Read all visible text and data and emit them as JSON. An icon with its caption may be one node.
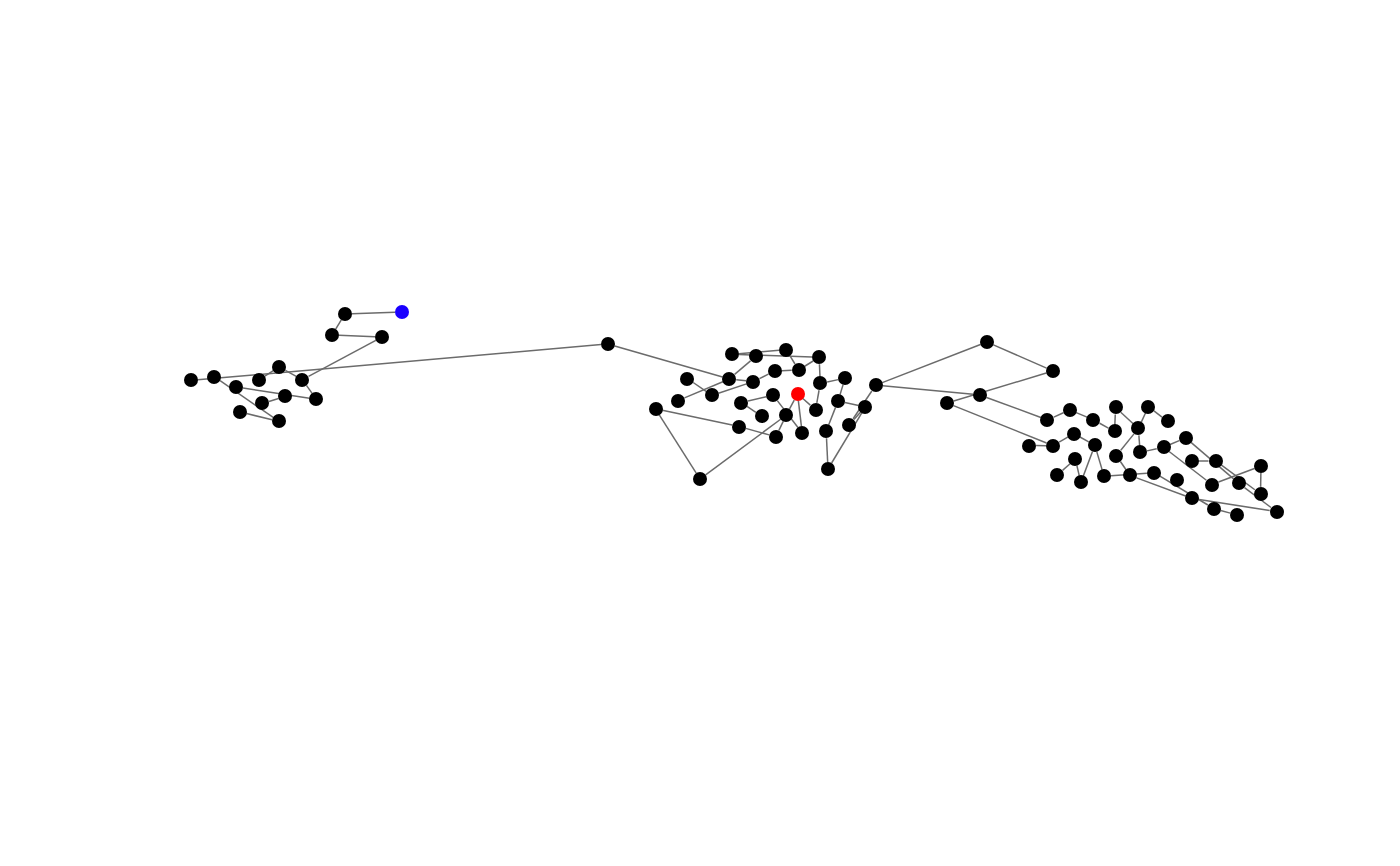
{
  "diagram": {
    "nodes": [
      {
        "text": [],
        "shape": "circle"
      },
      {
        "text": [],
        "shape": "circle"
      },
      {
        "text": [],
        "shape": "circle"
      },
      {
        "text": [],
        "shape": "circle"
      },
      {
        "text": [],
        "shape": "circle"
      },
      {
        "text": [],
        "shape": "circle"
      },
      {
        "text": [],
        "shape": "circle"
      },
      {
        "text": [],
        "shape": "circle"
      },
      {
        "text": [],
        "shape": "circle"
      },
      {
        "text": [],
        "shape": "circle"
      },
      {
        "text": [],
        "shape": "circle"
      },
      {
        "text": [],
        "shape": "circle"
      },
      {
        "text": [],
        "shape": "circle"
      },
      {
        "text": [],
        "shape": "circle"
      },
      {
        "text": [],
        "shape": "circle"
      },
      {
        "text": [],
        "shape": "circle"
      },
      {
        "text": [],
        "shape": "circle"
      },
      {
        "text": [],
        "shape": "circle"
      },
      {
        "text": [],
        "shape": "circle"
      },
      {
        "text": [],
        "shape": "circle"
      },
      {
        "text": [],
        "shape": "circle"
      },
      {
        "text": [],
        "shape": "circle"
      },
      {
        "text": [],
        "shape": "circle"
      },
      {
        "text": [],
        "shape": "circle"
      },
      {
        "text": [],
        "shape": "circle"
      },
      {
        "text": [],
        "shape": "circle"
      },
      {
        "text": [],
        "shape": "circle"
      },
      {
        "text": [],
        "shape": "circle"
      },
      {
        "text": [],
        "shape": "circle"
      },
      {
        "text": [],
        "shape": "circle"
      },
      {
        "text": [],
        "shape": "circle"
      },
      {
        "text": [],
        "shape": "circle"
      },
      {
        "text": [],
        "shape": "circle"
      },
      {
        "text": [],
        "shape": "circle"
      },
      {
        "text": [],
        "shape": "circle"
      },
      {
        "text": [],
        "shape": "circle"
      },
      {
        "text": [],
        "shape": "circle"
      },
      {
        "text": [],
        "shape": "circle"
      },
      {
        "text": [],
        "shape": "circle"
      },
      {
        "text": [],
        "shape": "circle"
      },
      {
        "text": [],
        "shape": "circle"
      },
      {
        "text": [],
        "shape": "circle"
      },
      {
        "text": [],
        "shape": "circle"
      },
      {
        "text": [],
        "shape": "circle"
      },
      {
        "text": [],
        "shape": "circle"
      },
      {
        "text": [],
        "shape": "circle"
      },
      {
        "text": [],
        "shape": "circle"
      },
      {
        "text": [],
        "shape": "circle"
      },
      {
        "text": [],
        "shape": "circle"
      },
      {
        "text": [],
        "shape": "circle"
      },
      {
        "text": [],
        "shape": "circle"
      },
      {
        "text": [],
        "shape": "circle"
      },
      {
        "text": [],
        "shape": "circle"
      },
      {
        "text": [],
        "shape": "circle"
      },
      {
        "text": [],
        "shape": "circle"
      },
      {
        "text": [],
        "shape": "circle"
      },
      {
        "text": [],
        "shape": "circle"
      },
      {
        "text": [],
        "shape": "circle"
      },
      {
        "text": [],
        "shape": "circle"
      },
      {
        "text": [],
        "shape": "circle"
      },
      {
        "text": [],
        "shape": "circle"
      },
      {
        "text": [],
        "shape": "circle"
      },
      {
        "text": [],
        "shape": "circle"
      },
      {
        "text": [],
        "shape": "circle"
      },
      {
        "text": [],
        "shape": "circle"
      },
      {
        "text": [],
        "shape": "circle"
      },
      {
        "text": [],
        "shape": "circle"
      },
      {
        "text": [],
        "shape": "circle"
      },
      {
        "text": [],
        "shape": "circle"
      },
      {
        "text": [],
        "shape": "circle"
      },
      {
        "text": [],
        "shape": "circle"
      },
      {
        "text": [],
        "shape": "circle"
      },
      {
        "text": [],
        "shape": "circle"
      },
      {
        "text": [],
        "shape": "circle"
      },
      {
        "text": [],
        "shape": "circle"
      },
      {
        "text": [],
        "shape": "circle"
      },
      {
        "text": [],
        "shape": "circle"
      },
      {
        "text": [],
        "shape": "circle"
      },
      {
        "text": [],
        "shape": "circle"
      },
      {
        "text": [],
        "shape": "circle"
      },
      {
        "text": [],
        "shape": "circle"
      },
      {
        "text": [],
        "shape": "circle"
      },
      {
        "text": [],
        "shape": "circle"
      }
    ],
    "edges": [
      {
        "from": 0,
        "to": 1,
        "arrow": "none"
      },
      {
        "from": 1,
        "to": 2,
        "arrow": "none"
      },
      {
        "from": 2,
        "to": 3,
        "arrow": "none"
      },
      {
        "from": 3,
        "to": 10,
        "arrow": "none"
      },
      {
        "from": 4,
        "to": 15,
        "arrow": "none"
      },
      {
        "from": 5,
        "to": 8,
        "arrow": "none"
      },
      {
        "from": 6,
        "to": 14,
        "arrow": "none"
      },
      {
        "from": 7,
        "to": 9,
        "arrow": "none"
      },
      {
        "from": 9,
        "to": 10,
        "arrow": "none"
      },
      {
        "from": 10,
        "to": 14,
        "arrow": "none"
      },
      {
        "from": 11,
        "to": 13,
        "arrow": "none"
      },
      {
        "from": 12,
        "to": 8,
        "arrow": "none"
      },
      {
        "from": 15,
        "to": 24,
        "arrow": "none"
      },
      {
        "from": 16,
        "to": 17,
        "arrow": "none"
      },
      {
        "from": 16,
        "to": 28,
        "arrow": "none"
      },
      {
        "from": 19,
        "to": 21,
        "arrow": "none"
      },
      {
        "from": 20,
        "to": 24,
        "arrow": "none"
      },
      {
        "from": 21,
        "to": 25,
        "arrow": "none"
      },
      {
        "from": 22,
        "to": 35,
        "arrow": "none"
      },
      {
        "from": 22,
        "to": 23,
        "arrow": "none"
      },
      {
        "from": 23,
        "to": 37,
        "arrow": "none"
      },
      {
        "from": 42,
        "to": 38,
        "arrow": "none"
      },
      {
        "from": 42,
        "to": 40,
        "arrow": "none"
      },
      {
        "from": 43,
        "to": 41,
        "arrow": "none"
      },
      {
        "from": 43,
        "to": 48,
        "arrow": "none"
      },
      {
        "from": 43,
        "to": 46,
        "arrow": "none"
      },
      {
        "from": 46,
        "to": 47,
        "arrow": "none"
      },
      {
        "from": 47,
        "to": 49,
        "arrow": "none"
      },
      {
        "from": 48,
        "to": 50,
        "arrow": "none"
      },
      {
        "from": 49,
        "to": 59,
        "arrow": "none"
      },
      {
        "from": 55,
        "to": 56,
        "arrow": "none"
      },
      {
        "from": 56,
        "to": 57,
        "arrow": "none"
      },
      {
        "from": 66,
        "to": 71,
        "arrow": "none"
      },
      {
        "from": 71,
        "to": 78,
        "arrow": "none"
      },
      {
        "from": 72,
        "to": 73,
        "arrow": "none"
      },
      {
        "from": 73,
        "to": 79,
        "arrow": "none"
      },
      {
        "from": 68,
        "to": 74,
        "arrow": "none"
      },
      {
        "from": 69,
        "to": 76,
        "arrow": "none"
      },
      {
        "from": 75,
        "to": 80,
        "arrow": "none"
      },
      {
        "from": 80,
        "to": 79,
        "arrow": "none"
      },
      {
        "from": 78,
        "to": 81,
        "arrow": "none"
      },
      {
        "from": 77,
        "to": 76,
        "arrow": "none"
      },
      {
        "from": 74,
        "to": 81,
        "arrow": "none"
      },
      {
        "from": 62,
        "to": 69,
        "arrow": "none"
      },
      {
        "from": 66,
        "to": 75,
        "arrow": "none"
      },
      {
        "from": 82,
        "to": 66,
        "arrow": "none"
      },
      {
        "from": 53,
        "to": 54,
        "arrow": "none"
      },
      {
        "from": 50,
        "to": 51,
        "arrow": "none"
      },
      {
        "from": 51,
        "to": 52,
        "arrow": "none"
      },
      {
        "from": 52,
        "to": 53,
        "arrow": "none"
      },
      {
        "from": 58,
        "to": 59,
        "arrow": "none"
      },
      {
        "from": 59,
        "to": 60,
        "arrow": "none"
      },
      {
        "from": 60,
        "to": 61,
        "arrow": "none"
      },
      {
        "from": 61,
        "to": 62,
        "arrow": "none"
      },
      {
        "from": 63,
        "to": 64,
        "arrow": "none"
      },
      {
        "from": 64,
        "to": 65,
        "arrow": "none"
      },
      {
        "from": 65,
        "to": 61,
        "arrow": "none"
      },
      {
        "from": 54,
        "to": 55,
        "arrow": "none"
      },
      {
        "from": 55,
        "to": 67,
        "arrow": "none"
      },
      {
        "from": 67,
        "to": 68,
        "arrow": "none"
      },
      {
        "from": 82,
        "to": 55,
        "arrow": "none"
      },
      {
        "from": 24,
        "to": 25,
        "arrow": "none"
      },
      {
        "from": 25,
        "to": 26,
        "arrow": "none"
      },
      {
        "from": 26,
        "to": 27,
        "arrow": "none"
      },
      {
        "from": 27,
        "to": 28,
        "arrow": "none"
      },
      {
        "from": 28,
        "to": 29,
        "arrow": "none"
      },
      {
        "from": 29,
        "to": 30,
        "arrow": "none"
      },
      {
        "from": 31,
        "to": 32,
        "arrow": "none"
      },
      {
        "from": 32,
        "to": 33,
        "arrow": "none"
      },
      {
        "from": 33,
        "to": 34,
        "arrow": "none"
      },
      {
        "from": 34,
        "to": 45,
        "arrow": "none"
      },
      {
        "from": 45,
        "to": 29,
        "arrow": "none"
      },
      {
        "from": 35,
        "to": 36,
        "arrow": "none"
      },
      {
        "from": 36,
        "to": 37,
        "arrow": "none"
      },
      {
        "from": 37,
        "to": 34,
        "arrow": "none"
      },
      {
        "from": 38,
        "to": 39,
        "arrow": "none"
      },
      {
        "from": 39,
        "to": 40,
        "arrow": "none"
      },
      {
        "from": 40,
        "to": 41,
        "arrow": "none"
      },
      {
        "from": 44,
        "to": 31,
        "arrow": "none"
      },
      {
        "from": 18,
        "to": 24,
        "arrow": "none"
      },
      {
        "from": 17,
        "to": 27,
        "arrow": "none"
      },
      {
        "from": 39,
        "to": 30,
        "arrow": "none"
      }
    ]
  }
}
